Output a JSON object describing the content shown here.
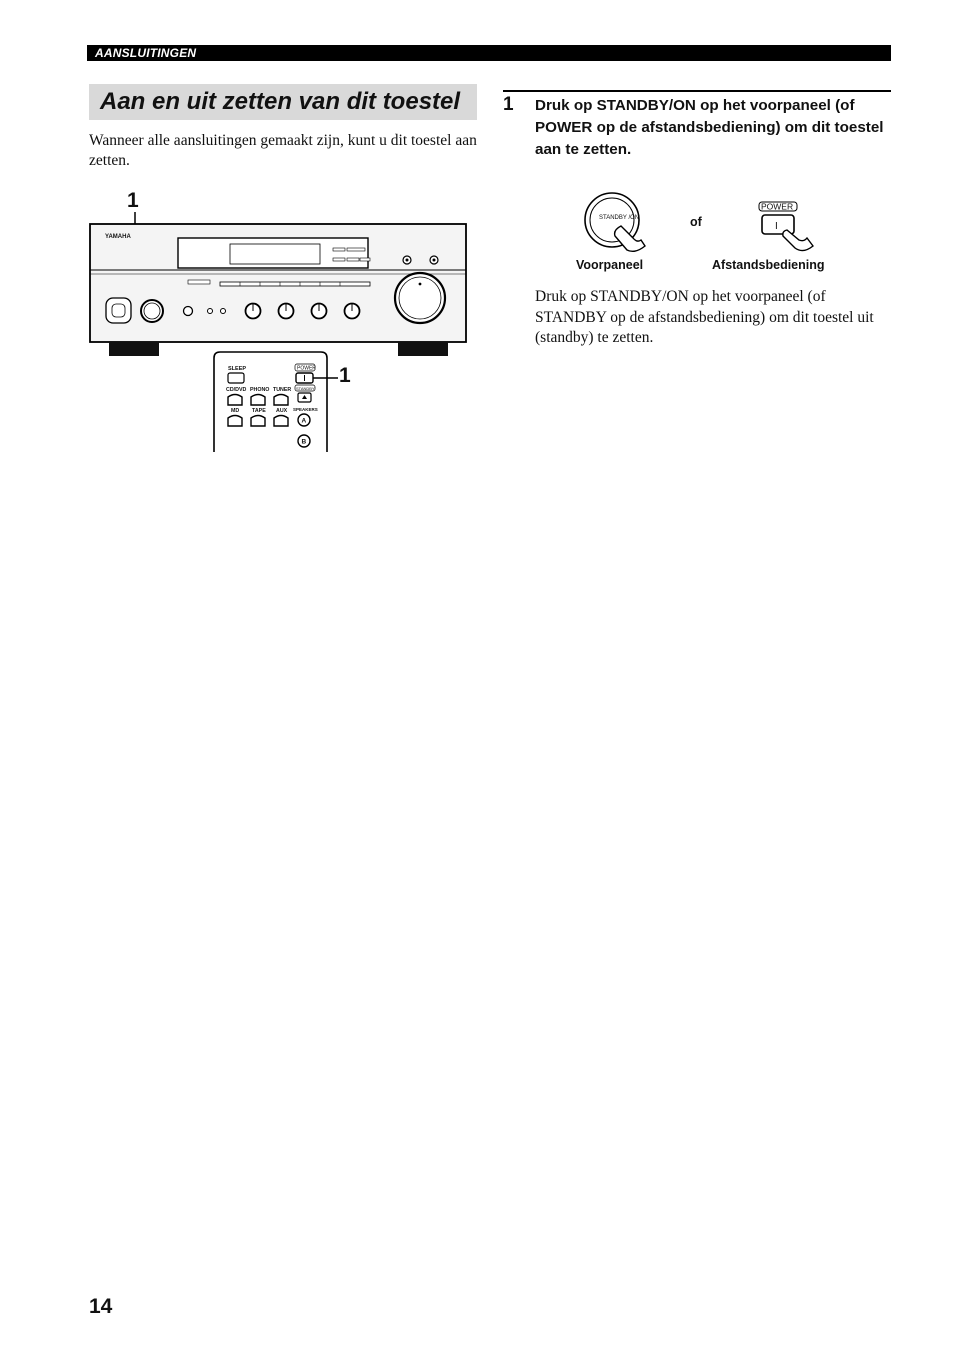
{
  "header": {
    "section": "AANSLUITINGEN"
  },
  "title": "Aan en uit zetten van dit toestel",
  "intro": "Wanneer alle aansluitingen gemaakt zijn, kunt u dit toestel aan zetten.",
  "figure": {
    "callout_1": "1",
    "callout_2": "1",
    "receiver_brand": "YAMAHA",
    "remote": {
      "sleep": "SLEEP",
      "power": "POWER",
      "standby": "STANDBY",
      "inputs": [
        "CD/DVD",
        "PHONO",
        "TUNER",
        "MD",
        "TAPE",
        "AUX"
      ],
      "speakers": "SPEAKERS",
      "speaker_a": "A",
      "speaker_b": "B"
    }
  },
  "step": {
    "number": "1",
    "text": "Druk op STANDBY/ON op het voorpaneel (of POWER op de afstandsbediening) om dit toestel aan te zetten."
  },
  "illustration": {
    "standby_button": "STANDBY /ON",
    "or": "of",
    "power_label": "POWER",
    "power_symbol": "I",
    "front_panel_caption": "Voorpaneel",
    "remote_caption": "Afstandsbediening"
  },
  "body": "Druk op STANDBY/ON op het voorpaneel (of STANDBY op de afstandsbediening) om dit toestel uit (standby) te zetten.",
  "page_number": "14"
}
